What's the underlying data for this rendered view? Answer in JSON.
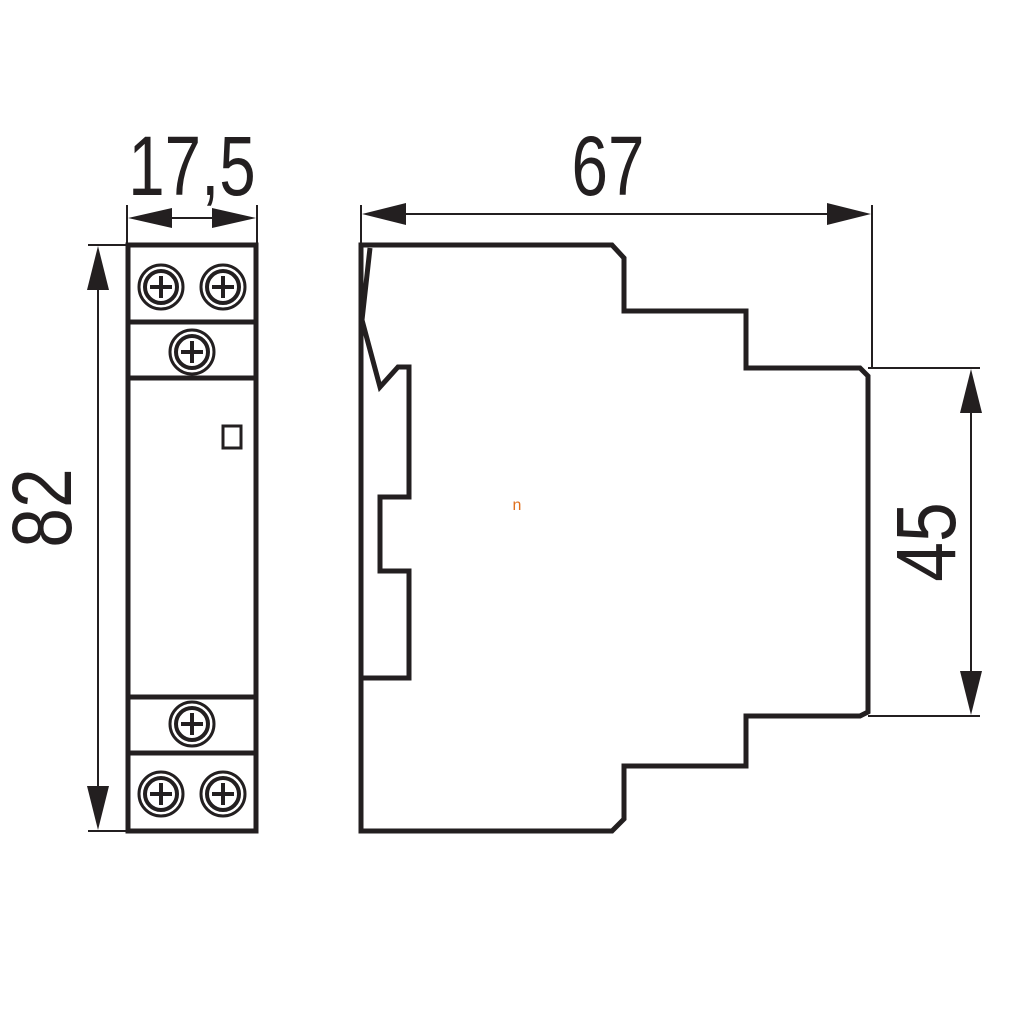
{
  "dimensions": {
    "width_front": "17,5",
    "height": "82",
    "depth": "67",
    "front_height": "45"
  },
  "marker": {
    "text": "n",
    "color": "#e0701e"
  },
  "colors": {
    "line": "#231f20",
    "background": "#ffffff"
  }
}
